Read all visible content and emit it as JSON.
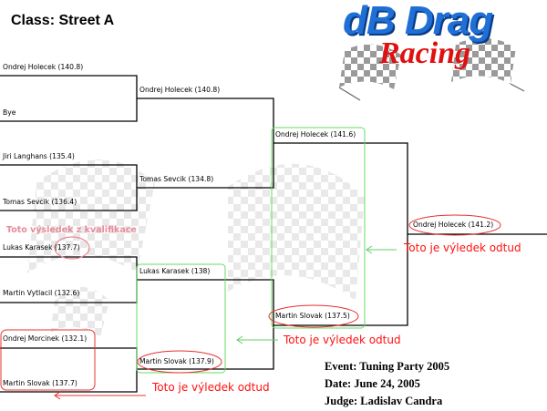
{
  "header": {
    "class_title": "Class: Street A"
  },
  "logo": {
    "line1": "dB Drag",
    "line2": "Racing"
  },
  "round1": {
    "match1": {
      "top": "Ondrej Holecek (140.8)",
      "bottom": "Bye"
    },
    "match2": {
      "top": "Jiri Langhans (135.4)",
      "bottom": "Tomas Sevcik (136.4)"
    },
    "match3": {
      "top": "Lukas Karasek (137.7)",
      "bottom": "Martin Vytlacil (132.6)"
    },
    "match4": {
      "top": "Ondrej Morcinek (132.1)",
      "bottom": "Martin Slovak (137.7)"
    }
  },
  "round2": {
    "slot1": "Ondrej Holecek (140.8)",
    "slot2": "Tomas Sevcik (134.8)",
    "slot3": "Lukas Karasek (138)",
    "slot4": "Martin Slovak (137.9)"
  },
  "round3": {
    "slot1": "Ondrej Holecek (141.6)",
    "slot2": "Martin Slovak (137.5)"
  },
  "final": {
    "winner": "Ondrej Holecek (141.2)"
  },
  "annotations": {
    "qualification_note": "Toto výsledek z kvalifikace",
    "result_from_here": "Toto je výledek odtud",
    "result_from_here_2": "Toto je výledek odtud",
    "result_from_here_3": "Toto je výledek odtud"
  },
  "event_info": {
    "event": "Event: Tuning Party 2005",
    "date": "Date: June 24, 2005",
    "judge": "Judge: Ladislav Candra"
  },
  "colors": {
    "annotation_red": "#ff1010",
    "highlight_green": "#66dd66",
    "logo_blue": "#1f6fd6",
    "logo_red": "#e01010"
  }
}
